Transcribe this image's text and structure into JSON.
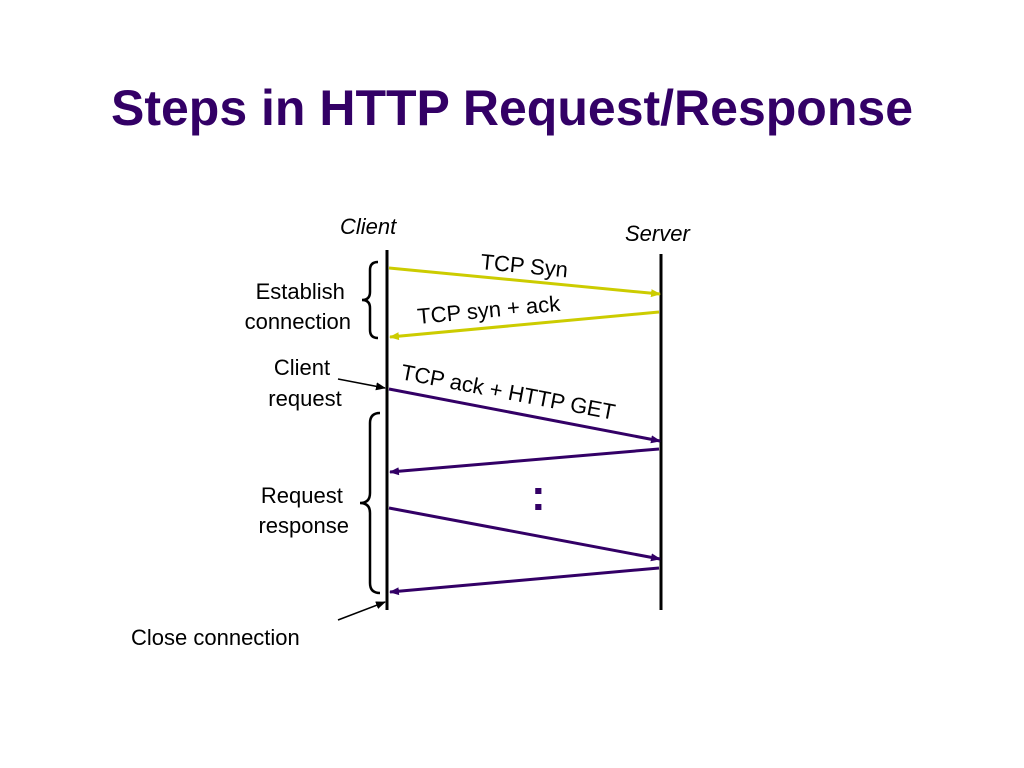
{
  "slide": {
    "title": "Steps in HTTP Request/Response"
  },
  "diagram": {
    "actors": {
      "client": "Client",
      "server": "Server"
    },
    "phases": {
      "establish": [
        "Establish",
        "connection"
      ],
      "client_request": [
        "Client",
        "request"
      ],
      "request_response": [
        "Request",
        "response"
      ],
      "close": "Close connection"
    },
    "messages": {
      "tcp_syn": "TCP Syn",
      "tcp_syn_ack": "TCP syn + ack",
      "tcp_ack_get": "TCP ack + HTTP GET"
    },
    "ellipsis": ":"
  },
  "colors": {
    "title": "#330066",
    "handshake_arrow": "#CCCC00",
    "data_arrow": "#330066",
    "lifeline": "#000000"
  },
  "icons": [
    "arrowhead",
    "brace",
    "pointer-line"
  ]
}
